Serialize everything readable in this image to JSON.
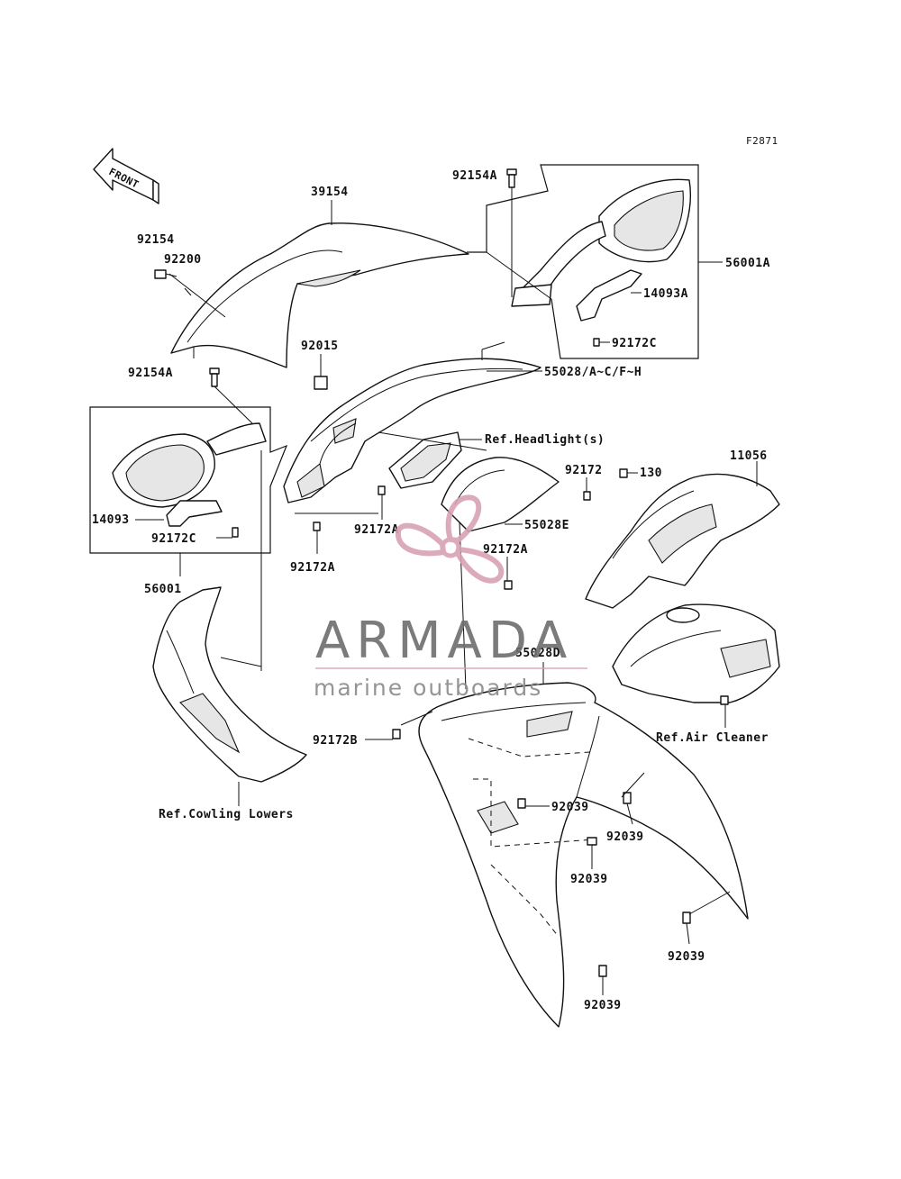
{
  "figure_code": "F2871",
  "front_arrow": {
    "label": "FRONT"
  },
  "part_labels": {
    "p39154": "39154",
    "p92154": "92154",
    "p92200": "92200",
    "p92154A_top": "92154A",
    "p92154A_left": "92154A",
    "p56001A": "56001A",
    "p14093A": "14093A",
    "p92172C_top": "92172C",
    "p92015": "92015",
    "p55028": "55028/A~C/F~H",
    "ref_headlight": "Ref.Headlight(s)",
    "p92172": "92172",
    "p130": "130",
    "p11056": "11056",
    "p14093": "14093",
    "p92172C_left": "92172C",
    "p56001": "56001",
    "p92172A_1": "92172A",
    "p92172A_2": "92172A",
    "p92172A_3": "92172A",
    "p55028E": "55028E",
    "p55028D": "55028D",
    "p92172B": "92172B",
    "ref_air_cleaner": "Ref.Air Cleaner",
    "ref_cowling_lowers": "Ref.Cowling Lowers",
    "p92039_1": "92039",
    "p92039_2": "92039",
    "p92039_3": "92039",
    "p92039_4": "92039",
    "p92039_5": "92039"
  },
  "watermark": {
    "title": "ARMADA",
    "subtitle": "marine outboards",
    "accent_color": "#d9a3b4",
    "text_color": "#6d6d6d"
  }
}
